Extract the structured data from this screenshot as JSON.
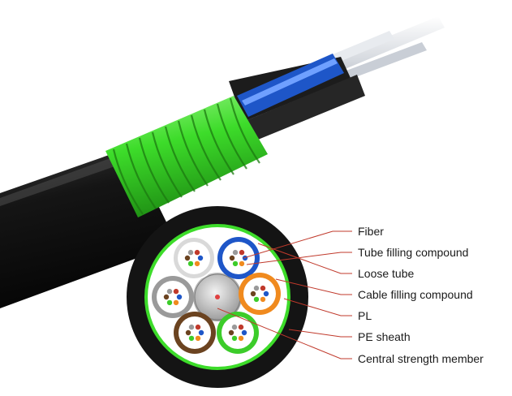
{
  "labels": [
    "Fiber",
    "Tube filling compound",
    "Loose tube",
    "Cable filling compound",
    "PL",
    "PE sheath",
    "Central strength member"
  ],
  "colors": {
    "sheath": "#141414",
    "armor": "#3ddc2a",
    "tube_blue": "#1e56c8",
    "tube_orange": "#f08a1e",
    "tube_green": "#3ccc2a",
    "tube_brown": "#6b4320",
    "tube_grey": "#9a9a9a",
    "tube_white": "#e6e6e6",
    "leader": "#c0392b"
  }
}
